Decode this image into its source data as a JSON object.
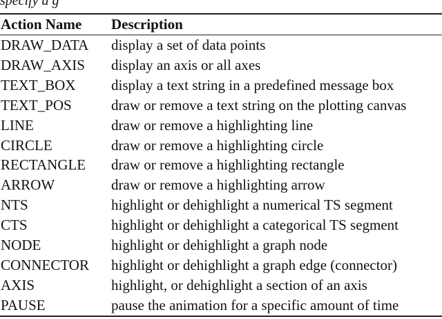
{
  "caption_fragment": "specify a g",
  "table": {
    "headers": [
      "Action Name",
      "Description"
    ],
    "rows": [
      {
        "name": "DRAW_DATA",
        "description": "display a set of data points"
      },
      {
        "name": "DRAW_AXIS",
        "description": "display an axis or all axes"
      },
      {
        "name": "TEXT_BOX",
        "description": "display a text string in a predefined message box"
      },
      {
        "name": "TEXT_POS",
        "description": "draw or remove a text string on the plotting canvas"
      },
      {
        "name": "LINE",
        "description": "draw or remove a highlighting line"
      },
      {
        "name": "CIRCLE",
        "description": "draw or remove a highlighting circle"
      },
      {
        "name": "RECTANGLE",
        "description": "draw or remove a highlighting rectangle"
      },
      {
        "name": "ARROW",
        "description": "draw or remove a highlighting arrow"
      },
      {
        "name": "NTS",
        "description": "highlight or dehighlight a numerical TS segment"
      },
      {
        "name": "CTS",
        "description": "highlight or dehighlight a categorical TS segment"
      },
      {
        "name": "NODE",
        "description": "highlight or dehighlight a graph node"
      },
      {
        "name": "CONNECTOR",
        "description": "highlight or dehighlight a graph edge (connector)"
      },
      {
        "name": "AXIS",
        "description": "highlight, or dehighlight a section of an axis"
      },
      {
        "name": "PAUSE",
        "description": "pause the animation for a specific amount of time"
      }
    ]
  }
}
